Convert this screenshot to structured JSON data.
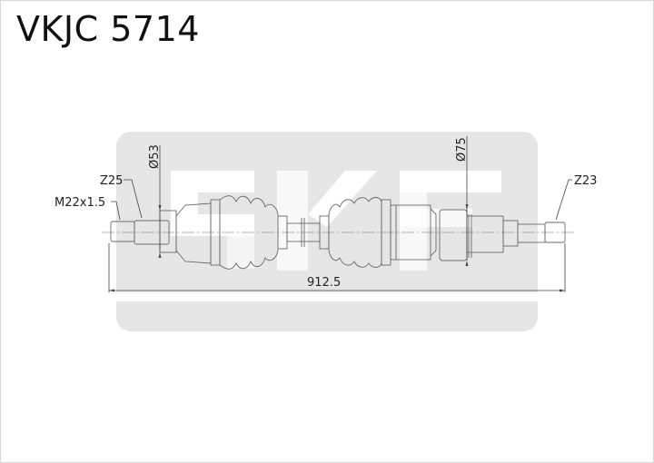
{
  "title": "VKJC 5714",
  "brand_watermark": "SKF",
  "colors": {
    "watermark_panel": "#e6e6e6",
    "watermark_letters": "#ffffff",
    "line": "#555555",
    "centerline": "#999999",
    "text": "#222222",
    "border": "#d6d6d6"
  },
  "dimensions": {
    "thread": "M22x1.5",
    "left_spline": "Z25",
    "left_diameter": "Ø53",
    "right_diameter": "Ø75",
    "right_spline": "Z23",
    "overall_length": "912.5"
  }
}
